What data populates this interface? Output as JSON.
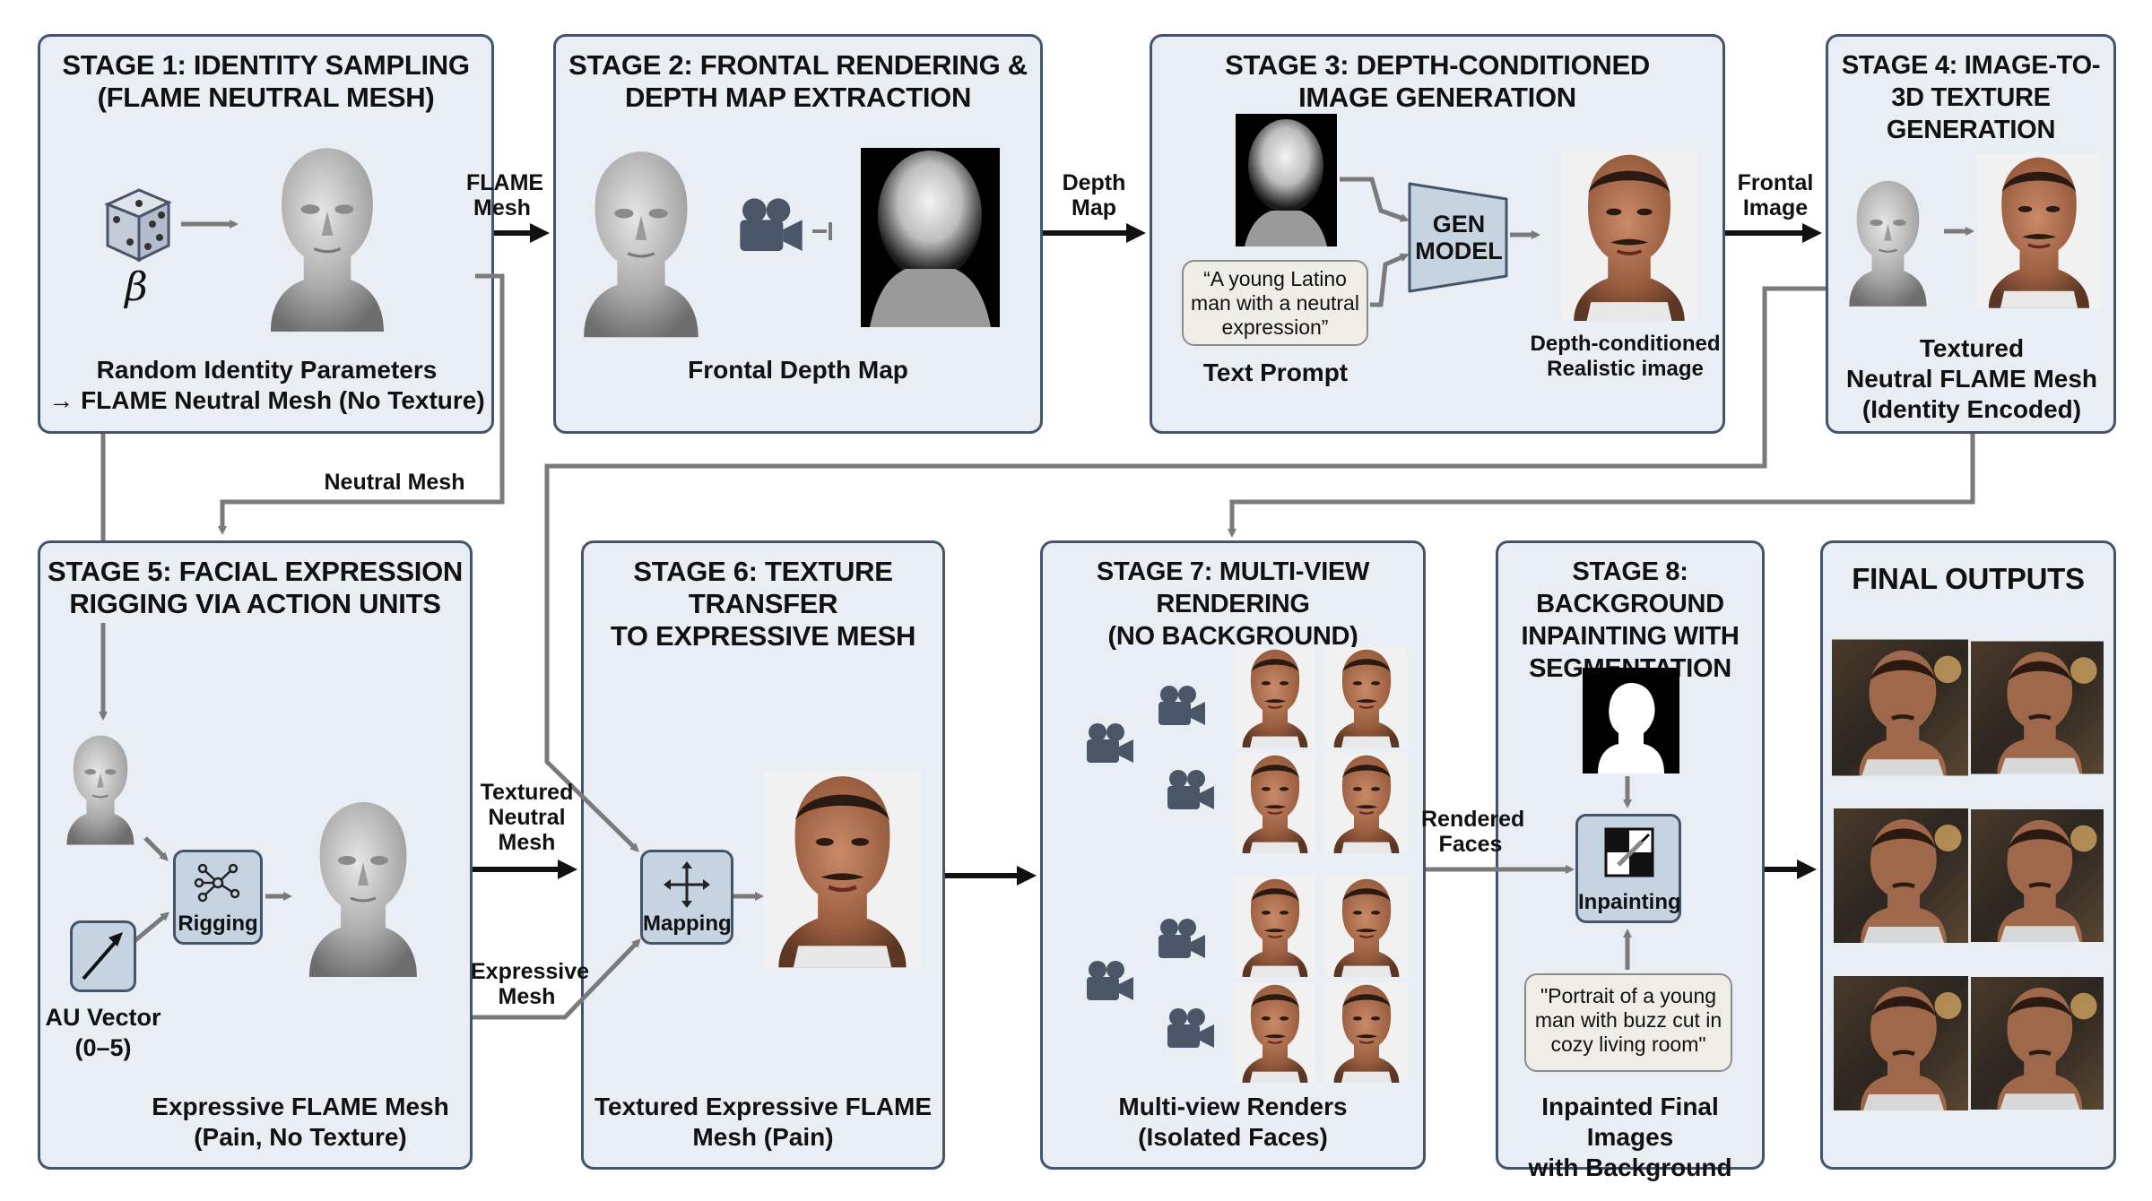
{
  "stages": [
    {
      "title": "STAGE 1: IDENTITY SAMPLING\n(FLAME NEUTRAL MESH)",
      "caption": "Random Identity Parameters\n→ FLAME Neutral Mesh (No Texture)",
      "beta": "β"
    },
    {
      "title": "STAGE 2: FRONTAL RENDERING &\nDEPTH MAP EXTRACTION",
      "caption": "Frontal Depth Map"
    },
    {
      "title": "STAGE 3: DEPTH-CONDITIONED\nIMAGE GENERATION",
      "prompt": "“A young Latino\nman with a neutral\nexpression”",
      "prompt_caption": "Text Prompt",
      "model_label": "GEN\nMODEL",
      "output_caption": "Depth-conditioned\nRealistic image"
    },
    {
      "title": "STAGE 4: IMAGE-TO-\n3D TEXTURE GENERATION",
      "caption": "Textured\nNeutral FLAME Mesh\n(Identity Encoded)"
    },
    {
      "title": "STAGE 5: FACIAL EXPRESSION\nRIGGING VIA ACTION UNITS",
      "rig_label": "Rigging",
      "au_label": "AU Vector\n(0–5)",
      "caption": "Expressive FLAME Mesh\n(Pain, No Texture)"
    },
    {
      "title": "STAGE 6: TEXTURE TRANSFER\nTO EXPRESSIVE MESH",
      "map_label": "Mapping",
      "caption": "Textured Expressive FLAME\nMesh (Pain)"
    },
    {
      "title": "STAGE 7: MULTI-VIEW RENDERING\n(NO BACKGROUND)",
      "caption": "Multi-view Renders\n(Isolated Faces)"
    },
    {
      "title": "STAGE 8: BACKGROUND\nINPAINTING WITH\nSEGMENTATION",
      "inpaint_label": "Inpainting",
      "prompt": "\"Portrait of a young\nman with buzz cut in\ncozy living room\"",
      "caption": "Inpainted Final Images\nwith Background"
    },
    {
      "title": "FINAL OUTPUTS"
    }
  ],
  "arrows": {
    "flame_mesh": "FLAME\nMesh",
    "depth_map": "Depth\nMap",
    "frontal_image": "Frontal\nImage",
    "neutral_mesh": "Neutral Mesh",
    "textured_neutral_mesh": "Textured\nNeutral\nMesh",
    "expressive_mesh": "Expressive\nMesh",
    "rendered_faces": "Rendered\nFaces"
  },
  "colors": {
    "stage_fill": "#e9edf4",
    "stage_border": "#44546b",
    "icon_fill": "#c6d3e1",
    "arrow_gray": "#7a7a7a",
    "arrow_black": "#111111"
  },
  "icons": [
    "dice-icon",
    "camera-icon",
    "rigging-network-icon",
    "au-vector-arrow-icon",
    "mapping-move-icon",
    "inpainting-icon"
  ]
}
